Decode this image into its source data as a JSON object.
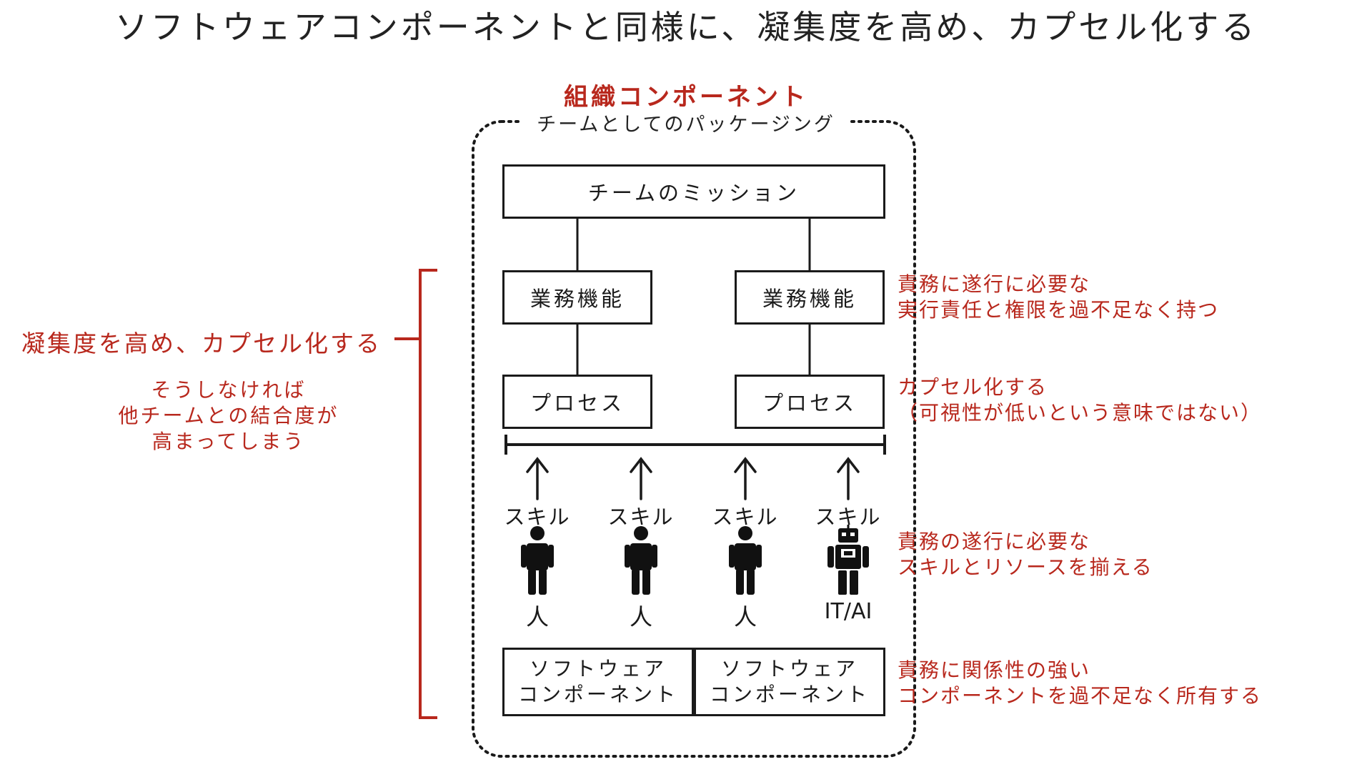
{
  "title": "ソフトウェアコンポーネントと同様に、凝集度を高め、カプセル化する",
  "org_component": {
    "title": "組織コンポーネント",
    "package_label": "チームとしてのパッケージング"
  },
  "mission_box": "チームのミッション",
  "function_boxes": [
    "業務機能",
    "業務機能"
  ],
  "process_boxes": [
    "プロセス",
    "プロセス"
  ],
  "skills": [
    "スキル",
    "スキル",
    "スキル",
    "スキル"
  ],
  "actors": [
    {
      "label": "人",
      "icon": "person-icon"
    },
    {
      "label": "人",
      "icon": "person-icon"
    },
    {
      "label": "人",
      "icon": "person-icon"
    },
    {
      "label": "IT/AI",
      "icon": "robot-icon"
    }
  ],
  "software_boxes": [
    {
      "line1": "ソフトウェア",
      "line2": "コンポーネント"
    },
    {
      "line1": "ソフトウェア",
      "line2": "コンポーネント"
    }
  ],
  "left_annotation": {
    "main": "凝集度を高め、カプセル化する",
    "sub_lines": [
      "そうしなければ",
      "他チームとの結合度が",
      "高まってしまう"
    ]
  },
  "right_notes": [
    {
      "lines": [
        "責務に遂行に必要な",
        "実行責任と権限を過不足なく持つ"
      ]
    },
    {
      "lines": [
        "カプセル化する",
        "（可視性が低いという意味ではない）"
      ]
    },
    {
      "lines": [
        "責務の遂行に必要な",
        "スキルとリソースを揃える"
      ]
    },
    {
      "lines": [
        "責務に関係性の強い",
        "コンポーネントを過不足なく所有する"
      ]
    }
  ],
  "colors": {
    "accent_red": "#b8281d",
    "line_black": "#1a1a1a"
  }
}
